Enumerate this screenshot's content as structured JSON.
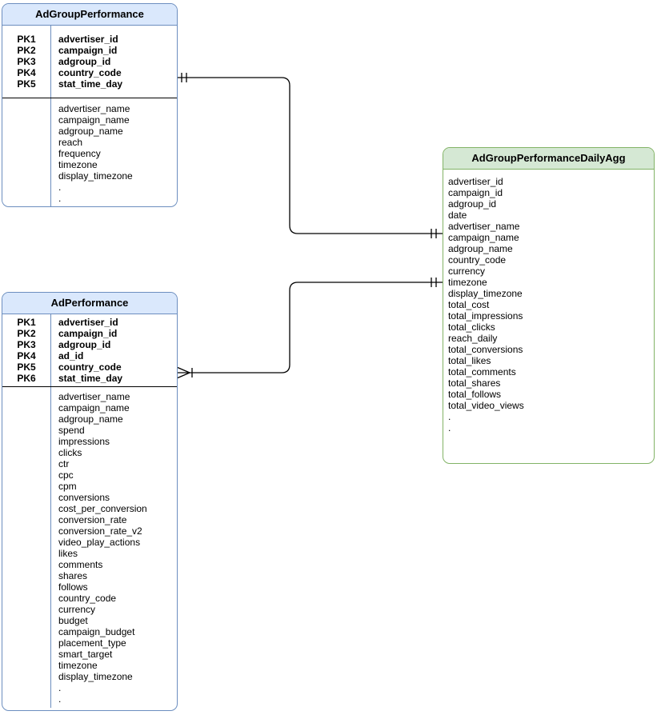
{
  "diagram": {
    "type": "entity-relationship",
    "colors": {
      "blue_header_fill": "#dae8fc",
      "blue_border": "#6c8ebf",
      "green_header_fill": "#d5e8d4",
      "green_border": "#82b366",
      "line_color": "#000000",
      "background": "#ffffff"
    },
    "tables": [
      {
        "title": "AdGroupPerformance",
        "style": "blue",
        "primary_keys": [
          {
            "key": "PK1",
            "field": "advertiser_id"
          },
          {
            "key": "PK2",
            "field": "campaign_id"
          },
          {
            "key": "PK3",
            "field": "adgroup_id"
          },
          {
            "key": "PK4",
            "field": "country_code"
          },
          {
            "key": "PK5",
            "field": "stat_time_day"
          }
        ],
        "attributes": [
          "advertiser_name",
          "campaign_name",
          "adgroup_name",
          "reach",
          "frequency",
          "timezone",
          "display_timezone",
          ".",
          "."
        ]
      },
      {
        "title": "AdPerformance",
        "style": "blue",
        "primary_keys": [
          {
            "key": "PK1",
            "field": "advertiser_id"
          },
          {
            "key": "PK2",
            "field": "campaign_id"
          },
          {
            "key": "PK3",
            "field": "adgroup_id"
          },
          {
            "key": "PK4",
            "field": "ad_id"
          },
          {
            "key": "PK5",
            "field": "country_code"
          },
          {
            "key": "PK6",
            "field": "stat_time_day"
          }
        ],
        "attributes": [
          "advertiser_name",
          "campaign_name",
          "adgroup_name",
          "spend",
          "impressions",
          "clicks",
          "ctr",
          "cpc",
          "cpm",
          "conversions",
          "cost_per_conversion",
          "conversion_rate",
          "conversion_rate_v2",
          "video_play_actions",
          "likes",
          "comments",
          "shares",
          "follows",
          "country_code",
          "currency",
          "budget",
          "campaign_budget",
          "placement_type",
          "smart_target",
          "timezone",
          "display_timezone",
          ".",
          "."
        ]
      },
      {
        "title": "AdGroupPerformanceDailyAgg",
        "style": "green",
        "primary_keys": [],
        "attributes": [
          "advertiser_id",
          "campaign_id",
          "adgroup_id",
          "date",
          "advertiser_name",
          "campaign_name",
          "adgroup_name",
          "country_code",
          "currency",
          "timezone",
          "display_timezone",
          "total_cost",
          "total_impressions",
          "total_clicks",
          "reach_daily",
          "total_conversions",
          "total_likes",
          "total_comments",
          "total_shares",
          "total_follows",
          "total_video_views",
          ".",
          "."
        ]
      }
    ],
    "relationships": [
      {
        "from": "AdGroupPerformance",
        "to": "AdGroupPerformanceDailyAgg",
        "from_cardinality": "one-and-only-one",
        "to_cardinality": "one-and-only-one"
      },
      {
        "from": "AdPerformance",
        "to": "AdGroupPerformanceDailyAgg",
        "from_cardinality": "one-or-many",
        "to_cardinality": "one-and-only-one"
      }
    ]
  }
}
